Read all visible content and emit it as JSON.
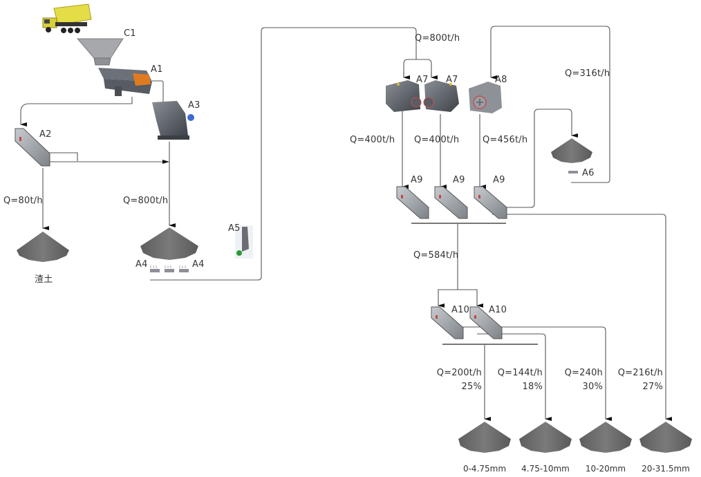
{
  "diagram": {
    "title": "Aggregate crushing plant process flow",
    "equipment": {
      "truck": "dump-truck",
      "C1": "C1",
      "A1": "A1",
      "A2": "A2",
      "A3": "A3",
      "A4_left": "A4",
      "A4_right": "A4",
      "A5": "A5",
      "A6": "A6",
      "A7_left": "A7",
      "A7_right": "A7",
      "A8": "A8",
      "A9_1": "A9",
      "A9_2": "A9",
      "A9_3": "A9",
      "A10_1": "A10",
      "A10_2": "A10"
    },
    "flows": {
      "A2_to_waste": "Q=80t/h",
      "A3_to_stockpile": "Q=800t/h",
      "to_A7": "Q=800t/h",
      "A7_left_out": "Q=400t/h",
      "A7_right_out": "Q=400t/h",
      "A8_out": "Q=456t/h",
      "A6_return": "Q=316t/h",
      "A9_to_A10": "Q=584t/h"
    },
    "piles": {
      "waste_label": "渣土"
    },
    "products": [
      {
        "flow": "Q=200t/h",
        "percent": "25%",
        "size": "0-4.75mm"
      },
      {
        "flow": "Q=144t/h",
        "percent": "18%",
        "size": "4.75-10mm"
      },
      {
        "flow": "Q=240h",
        "percent": "30%",
        "size": "10-20mm"
      },
      {
        "flow": "Q=216t/h",
        "percent": "27%",
        "size": "20-31.5mm"
      }
    ],
    "colors": {
      "line": "#555555",
      "pile": "#6b6b6b",
      "machine": "#5c6068",
      "truck": "#e8e04a",
      "grate": "#e07a20",
      "motor": "#2a9a3a"
    }
  }
}
